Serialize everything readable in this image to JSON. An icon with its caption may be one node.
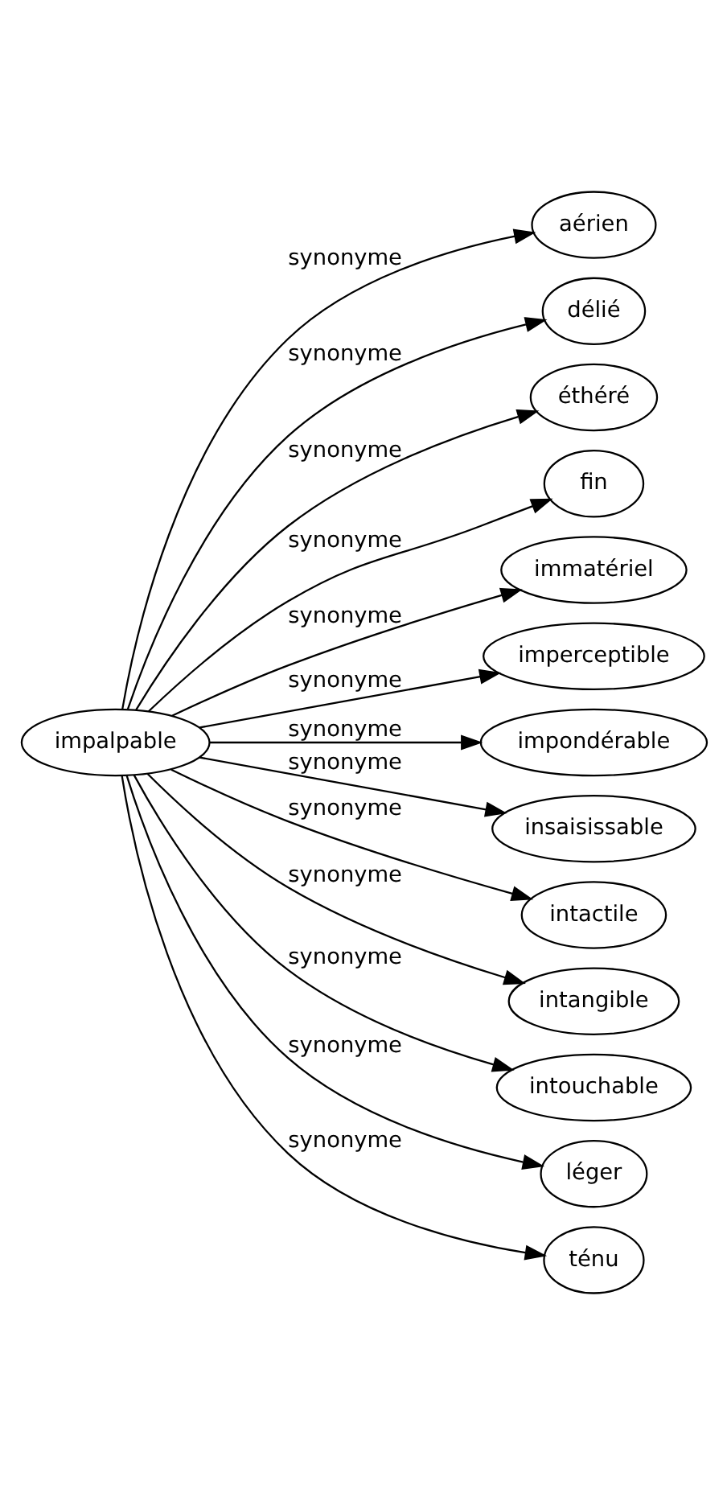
{
  "diagram": {
    "nodes": [
      {
        "text": [
          "impalpable"
        ]
      },
      {
        "text": [
          "aérien"
        ]
      },
      {
        "text": [
          "délié"
        ]
      },
      {
        "text": [
          "éthéré"
        ]
      },
      {
        "text": [
          "fin"
        ]
      },
      {
        "text": [
          "immatériel"
        ]
      },
      {
        "text": [
          "imperceptible"
        ]
      },
      {
        "text": [
          "impondérable"
        ]
      },
      {
        "text": [
          "insaisissable"
        ]
      },
      {
        "text": [
          "intactile"
        ]
      },
      {
        "text": [
          "intangible"
        ]
      },
      {
        "text": [
          "intouchable"
        ]
      },
      {
        "text": [
          "léger"
        ]
      },
      {
        "text": [
          "ténu"
        ]
      }
    ],
    "edges": [
      {
        "from": 0,
        "to": 1,
        "arrow": "to",
        "label": "synonyme"
      },
      {
        "from": 0,
        "to": 2,
        "arrow": "to",
        "label": "synonyme"
      },
      {
        "from": 0,
        "to": 3,
        "arrow": "to",
        "label": "synonyme"
      },
      {
        "from": 0,
        "to": 4,
        "arrow": "to",
        "label": "synonyme"
      },
      {
        "from": 0,
        "to": 5,
        "arrow": "to",
        "label": "synonyme"
      },
      {
        "from": 0,
        "to": 6,
        "arrow": "to",
        "label": "synonyme"
      },
      {
        "from": 0,
        "to": 7,
        "arrow": "to",
        "label": "synonyme"
      },
      {
        "from": 0,
        "to": 8,
        "arrow": "to",
        "label": "synonyme"
      },
      {
        "from": 0,
        "to": 9,
        "arrow": "to",
        "label": "synonyme"
      },
      {
        "from": 0,
        "to": 10,
        "arrow": "to",
        "label": "synonyme"
      },
      {
        "from": 0,
        "to": 11,
        "arrow": "to",
        "label": "synonyme"
      },
      {
        "from": 0,
        "to": 12,
        "arrow": "to",
        "label": "synonyme"
      },
      {
        "from": 0,
        "to": 13,
        "arrow": "to",
        "label": "synonyme"
      }
    ]
  }
}
